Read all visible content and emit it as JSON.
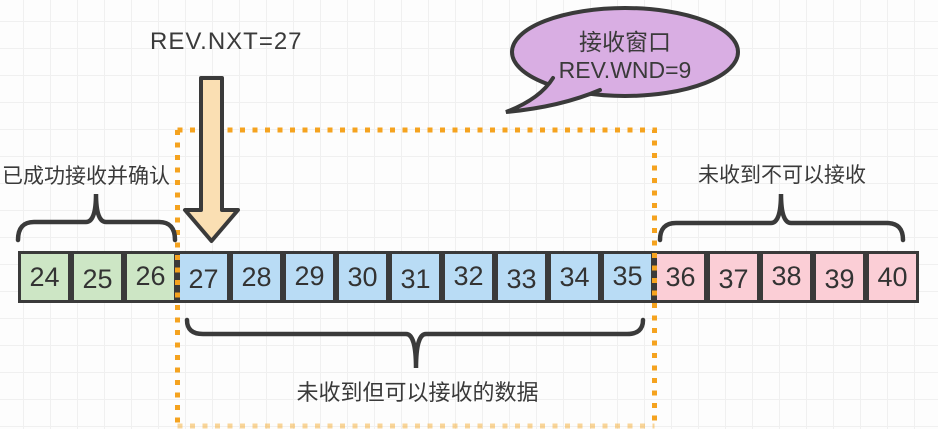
{
  "title": "TCP receive window diagram",
  "labels": {
    "rev_nxt": "REV.NXT=27",
    "acked": "已成功接收并确认",
    "window": "未收到但可以接收的数据",
    "blocked": "未收到不可以接收"
  },
  "bubble": {
    "line1": "接收窗口",
    "line2": "REV.WND=9"
  },
  "strip": {
    "cells": [
      {
        "label": "24",
        "group": "acked"
      },
      {
        "label": "25",
        "group": "acked"
      },
      {
        "label": "26",
        "group": "acked"
      },
      {
        "label": "27",
        "group": "window"
      },
      {
        "label": "28",
        "group": "window"
      },
      {
        "label": "29",
        "group": "window"
      },
      {
        "label": "30",
        "group": "window"
      },
      {
        "label": "31",
        "group": "window"
      },
      {
        "label": "32",
        "group": "window"
      },
      {
        "label": "33",
        "group": "window"
      },
      {
        "label": "34",
        "group": "window"
      },
      {
        "label": "35",
        "group": "window"
      },
      {
        "label": "36",
        "group": "blocked"
      },
      {
        "label": "37",
        "group": "blocked"
      },
      {
        "label": "38",
        "group": "blocked"
      },
      {
        "label": "39",
        "group": "blocked"
      },
      {
        "label": "40",
        "group": "blocked"
      }
    ]
  },
  "colors": {
    "acked": "#cde6c5",
    "window": "#b9dcf5",
    "blocked": "#fbced6",
    "arrow_fill": "#fadfb3",
    "bubble_fill": "#d9aee3",
    "window_border": "#f5a31f",
    "ink": "#3a3a3a",
    "text": "#3d3d3d"
  }
}
